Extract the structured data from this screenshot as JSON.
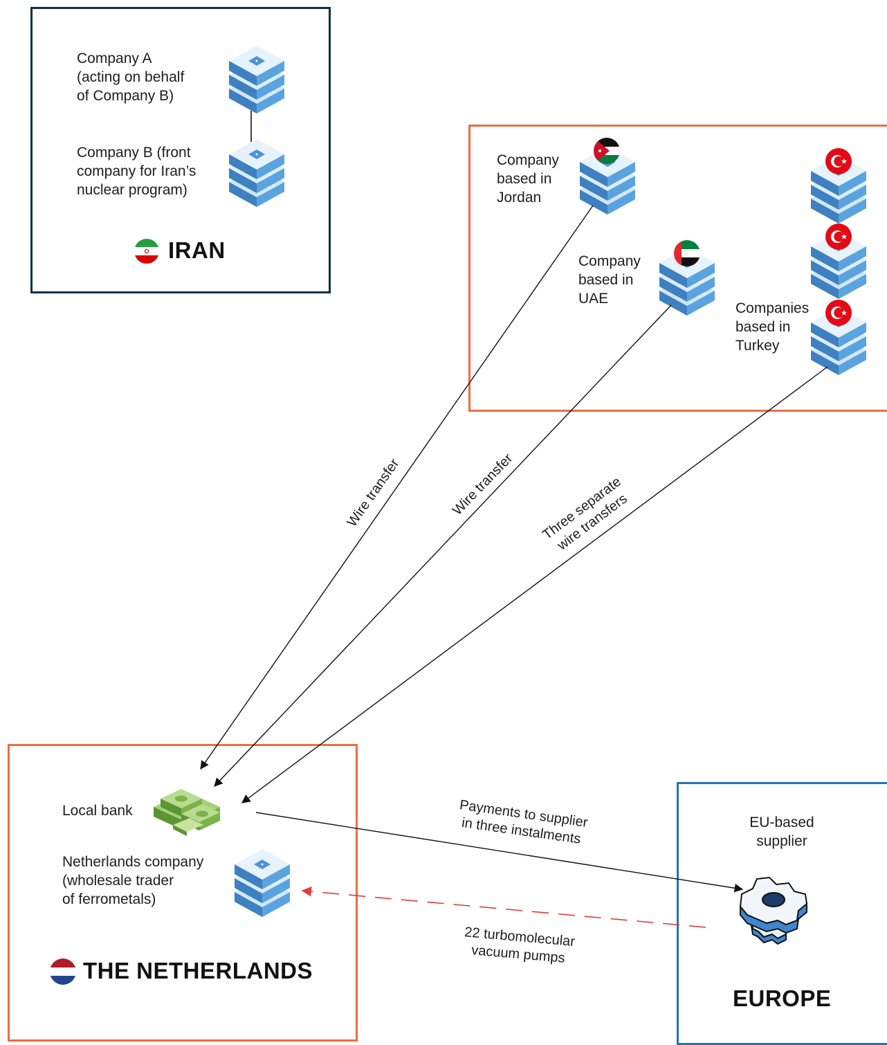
{
  "regions": {
    "iran": {
      "title": "IRAN",
      "border_color": "#0f2f45"
    },
    "middle_east": {
      "border_color": "#ec6d43"
    },
    "netherlands": {
      "title": "THE NETHERLANDS",
      "border_color": "#ec6d43"
    },
    "europe": {
      "title": "EUROPE",
      "border_color": "#1f74b8"
    }
  },
  "nodes": {
    "company_a": {
      "lines": [
        "Company A",
        "(acting on behalf",
        "of Company B)"
      ],
      "icon": "server-stack-icon"
    },
    "company_b": {
      "lines": [
        "Company B (front",
        "company for Iran’s",
        "nuclear program)"
      ],
      "icon": "server-stack-icon"
    },
    "jordan": {
      "lines": [
        "Company",
        "based in",
        "Jordan"
      ],
      "icon": "server-stack-icon",
      "flag": "jordan-flag-icon"
    },
    "uae": {
      "lines": [
        "Company",
        "based in",
        "UAE"
      ],
      "icon": "server-stack-icon",
      "flag": "uae-flag-icon"
    },
    "turkey": {
      "lines": [
        "Companies",
        "based in",
        "Turkey"
      ],
      "icon": "server-stack-icon",
      "flag": "turkey-flag-icon"
    },
    "local_bank": {
      "label": "Local bank",
      "icon": "money-stack-icon"
    },
    "nl_company": {
      "lines": [
        "Netherlands company",
        "(wholesale trader",
        "of ferrometals)"
      ],
      "icon": "server-stack-icon"
    },
    "eu_supplier": {
      "lines": [
        "EU-based",
        "supplier"
      ],
      "icon": "gears-icon"
    }
  },
  "edges": {
    "jordan_wire": {
      "lines": [
        "Wire transfer"
      ]
    },
    "uae_wire": {
      "lines": [
        "Wire transfer"
      ]
    },
    "turkey_wire": {
      "lines": [
        "Three separate",
        "wire transfers"
      ]
    },
    "payments": {
      "lines": [
        "Payments to supplier",
        "in three instalments"
      ]
    },
    "pumps": {
      "lines": [
        "22 turbomolecular",
        "vacuum pumps"
      ],
      "color": "#e23b3b"
    }
  },
  "colors": {
    "server_top": "#cfe6f7",
    "server_side": "#4d8fcc",
    "server_front": "#5ba3de",
    "server_dark": "#2f6ea8",
    "money": "#7bb34a",
    "gear": "#3f86cf"
  }
}
